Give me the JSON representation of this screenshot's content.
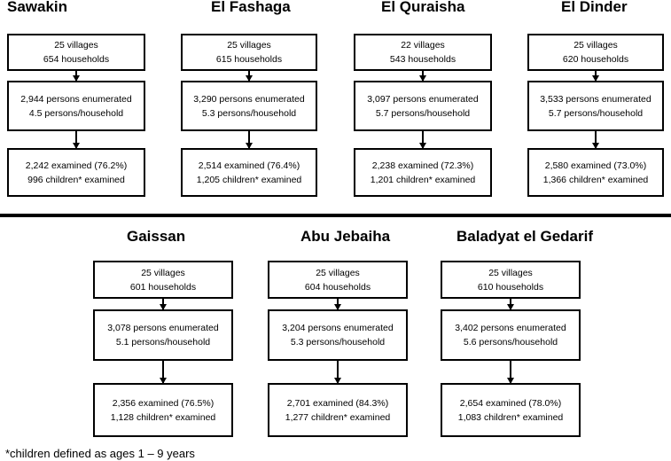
{
  "sites": [
    {
      "name": "Sawakin",
      "box1": {
        "line1": "25 villages",
        "line2": "654 households"
      },
      "box2": {
        "line1": "2,944 persons enumerated",
        "line2": "4.5 persons/household"
      },
      "box3": {
        "line1": "2,242 examined (76.2%)",
        "line2": "996 children* examined"
      }
    },
    {
      "name": "El Fashaga",
      "box1": {
        "line1": "25 villages",
        "line2": "615 households"
      },
      "box2": {
        "line1": "3,290 persons enumerated",
        "line2": "5.3 persons/household"
      },
      "box3": {
        "line1": "2,514 examined (76.4%)",
        "line2": "1,205 children* examined"
      }
    },
    {
      "name": "El Quraisha",
      "box1": {
        "line1": "22 villages",
        "line2": "543 households"
      },
      "box2": {
        "line1": "3,097 persons enumerated",
        "line2": "5.7 persons/household"
      },
      "box3": {
        "line1": "2,238 examined (72.3%)",
        "line2": "1,201 children* examined"
      }
    },
    {
      "name": "El Dinder",
      "box1": {
        "line1": "25 villages",
        "line2": "620 households"
      },
      "box2": {
        "line1": "3,533 persons enumerated",
        "line2": "5.7 persons/household"
      },
      "box3": {
        "line1": "2,580 examined (73.0%)",
        "line2": "1,366 children* examined"
      }
    },
    {
      "name": "Gaissan",
      "box1": {
        "line1": "25 villages",
        "line2": "601 households"
      },
      "box2": {
        "line1": "3,078 persons enumerated",
        "line2": "5.1 persons/household"
      },
      "box3": {
        "line1": "2,356 examined (76.5%)",
        "line2": "1,128 children* examined"
      }
    },
    {
      "name": "Abu Jebaiha",
      "box1": {
        "line1": "25 villages",
        "line2": "604 households"
      },
      "box2": {
        "line1": "3,204 persons enumerated",
        "line2": "5.3 persons/household"
      },
      "box3": {
        "line1": "2,701 examined (84.3%)",
        "line2": "1,277 children* examined"
      }
    },
    {
      "name": "Baladyat el Gedarif",
      "box1": {
        "line1": "25 villages",
        "line2": "610 households"
      },
      "box2": {
        "line1": "3,402 persons enumerated",
        "line2": "5.6 persons/household"
      },
      "box3": {
        "line1": "2,654 examined (78.0%)",
        "line2": "1,083 children* examined"
      }
    }
  ],
  "footnote": "*children defined as ages 1 – 9 years"
}
